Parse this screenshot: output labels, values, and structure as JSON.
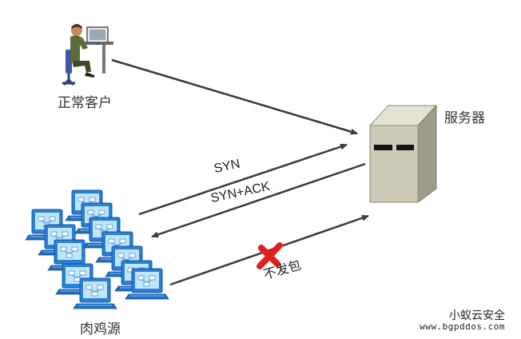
{
  "labels": {
    "client": "正常客户",
    "server": "服务器",
    "bots": "肉鸡源",
    "syn": "SYN",
    "synack": "SYN+ACK",
    "no_ack": "不发包"
  },
  "watermark": {
    "name": "小蚁云安全",
    "url": "www.bgpddos.com"
  },
  "colors": {
    "arrow": "#3a3a3a",
    "cross": "#e02020",
    "server_body": "#c9c7b4",
    "monitor_blue": "#2a7fd6"
  }
}
